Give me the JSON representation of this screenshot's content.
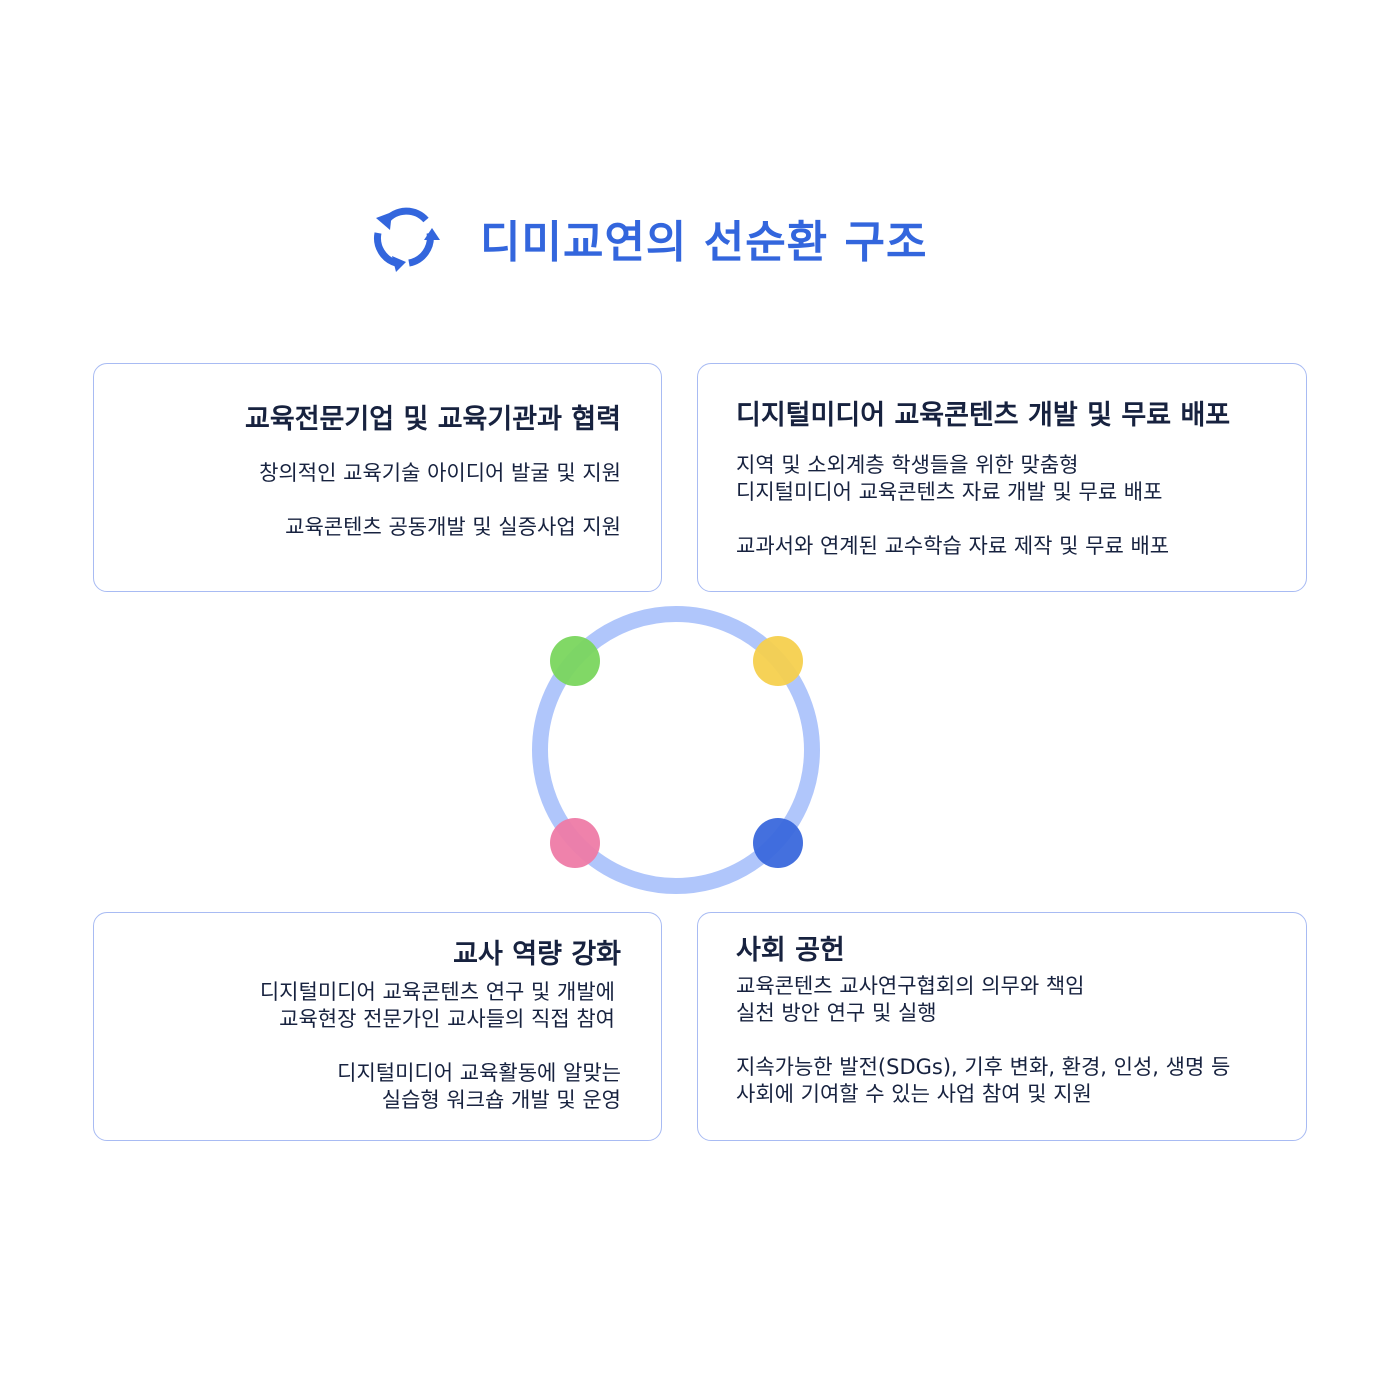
{
  "header": {
    "title": "디미교연의 선순환 구조",
    "icon": "refresh-cycle-icon",
    "color": "#3366dd"
  },
  "cards": [
    {
      "title": "교육전문기업 및 교육기관과 협력",
      "items": [
        "창의적인 교육기술 아이디어 발굴 및 지원",
        "교육콘텐츠 공동개발 및 실증사업 지원"
      ]
    },
    {
      "title": "디지털미디어 교육콘텐츠 개발 및 무료 배포",
      "items": [
        "지역 및 소외계층 학생들을 위한 맞춤형\n디지털미디어 교육콘텐츠 자료 개발 및 무료 배포",
        "교과서와 연계된 교수학습 자료 제작 및 무료 배포"
      ]
    },
    {
      "title": "교사 역량 강화",
      "items": [
        "디지털미디어 교육콘텐츠 연구 및 개발에\n교육현장 전문가인 교사들의 직접 참여",
        "디지털미디어 교육활동에 알맞는\n실습형 워크숍 개발 및 운영"
      ]
    },
    {
      "title": "사회 공헌",
      "items": [
        "교육콘텐츠 교사연구협회의 의무와 책임\n실천 방안 연구 및 실행",
        "지속가능한 발전(SDGs), 기후 변화, 환경, 인성, 생명 등\n사회에 기여할 수 있는 사업 참여 및 지원"
      ]
    }
  ],
  "cycle": {
    "ring_color": "#b0c6fb",
    "dots": [
      "#7ad65e",
      "#f5d04e",
      "#ee7ba6",
      "#3a68dc"
    ]
  }
}
